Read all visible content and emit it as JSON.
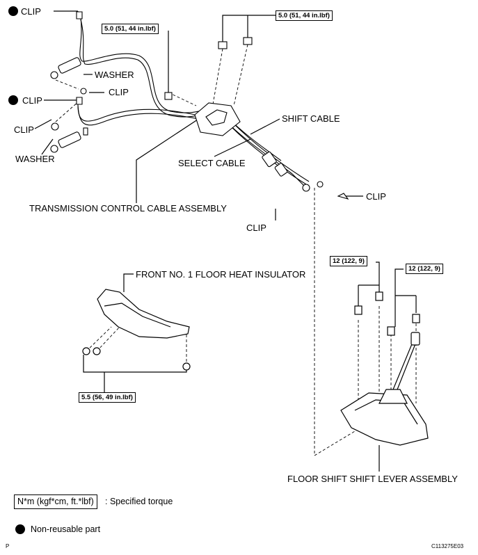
{
  "labels": {
    "clip_top": "CLIP",
    "clip_left_mid": "CLIP",
    "clip_washer_side": "CLIP",
    "clip_left_lower": "CLIP",
    "washer_top": "WASHER",
    "washer_bottom": "WASHER",
    "shift_cable": "SHIFT CABLE",
    "select_cable": "SELECT CABLE",
    "transmission_assembly": "TRANSMISSION CONTROL CABLE ASSEMBLY",
    "clip_center": "CLIP",
    "clip_right": "CLIP",
    "heat_insulator": "FRONT NO. 1 FLOOR HEAT INSULATOR",
    "shift_lever_assembly": "FLOOR SHIFT SHIFT LEVER ASSEMBLY"
  },
  "torques": {
    "bracket_left": "5.0 (51, 44 in.lbf)",
    "bracket_right": "5.0 (51, 44 in.lbf)",
    "lever_left": "12 (122, 9)",
    "lever_right": "12 (122, 9)",
    "insulator": "5.5 (56, 49 in.lbf)"
  },
  "legend": {
    "torque_unit": "N*m (kgf*cm, ft.*lbf)",
    "torque_desc": ": Specified torque",
    "nonreusable": "Non-reusable part"
  },
  "footer": {
    "left": "P",
    "code": "C113275E03"
  }
}
